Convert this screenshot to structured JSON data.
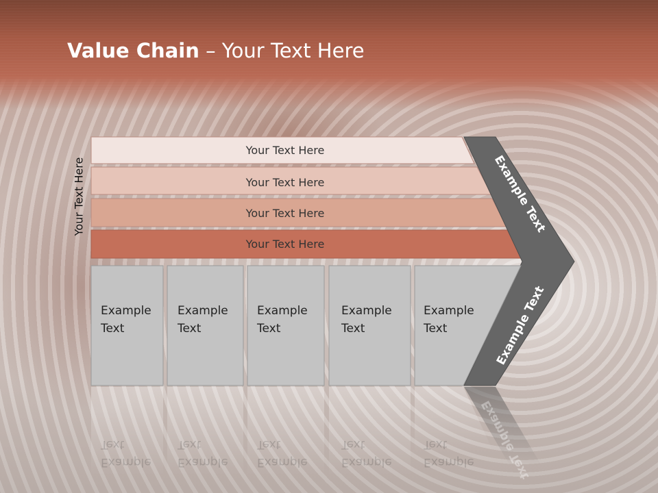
{
  "slide": {
    "title_bold": "Value Chain",
    "title_rest": " – Your Text Here",
    "side_label": "Your Text Here"
  },
  "rows": [
    {
      "label": "Your Text Here",
      "color": "#f2e4e0"
    },
    {
      "label": "Your Text Here",
      "color": "#e6c4b8"
    },
    {
      "label": "Your Text Here",
      "color": "#d9a692"
    },
    {
      "label": "Your Text Here",
      "color": "#c4705a"
    }
  ],
  "boxes": [
    {
      "line1": "Example",
      "line2": "Text"
    },
    {
      "line1": "Example",
      "line2": "Text"
    },
    {
      "line1": "Example",
      "line2": "Text"
    },
    {
      "line1": "Example",
      "line2": "Text"
    },
    {
      "line1": "Example",
      "line2": "Text"
    }
  ],
  "chevron": {
    "upper_label": "Example Text",
    "lower_label": "Example Text",
    "color": "#666666"
  },
  "colors": {
    "box_fill": "#c3c3c3",
    "header": "#a65a45"
  }
}
